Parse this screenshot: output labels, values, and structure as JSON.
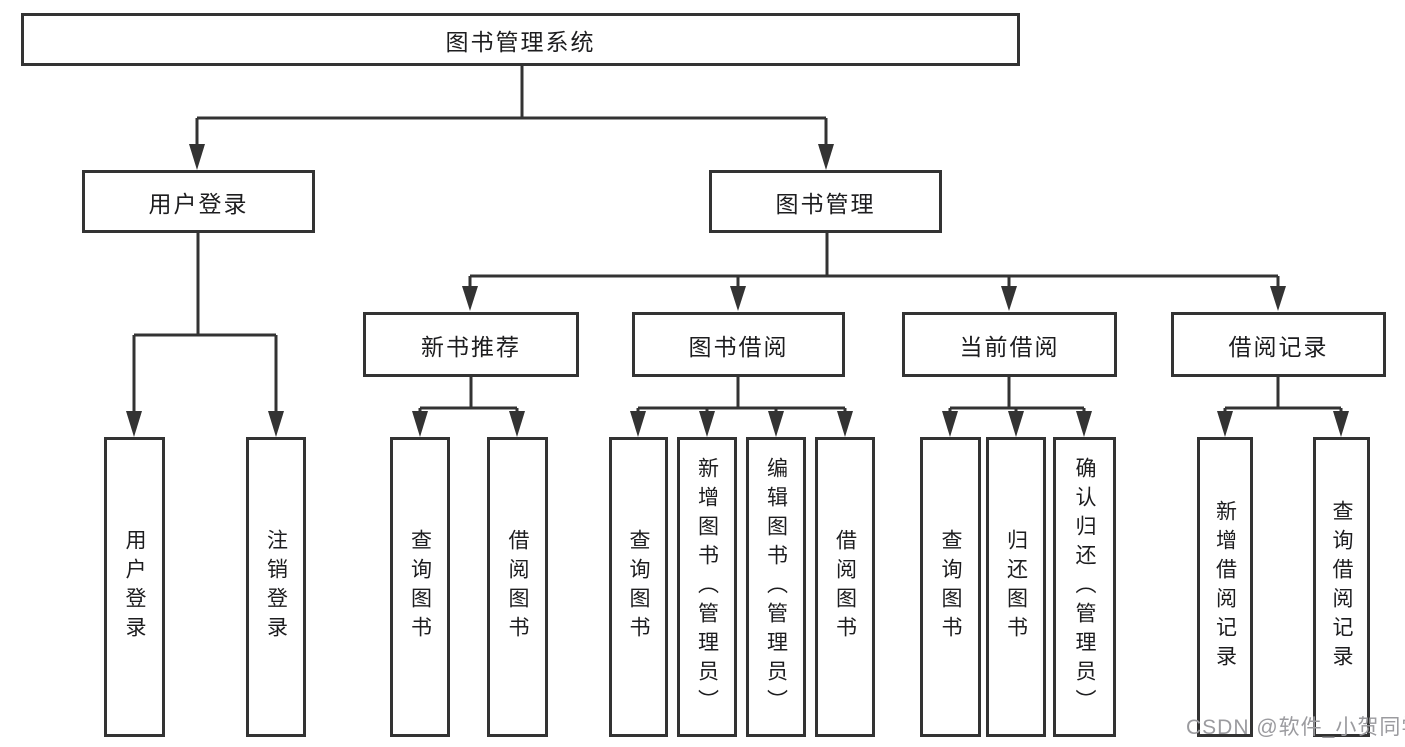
{
  "colors": {
    "line": "#333333",
    "box_border": "#333333",
    "box_background": "#ffffff",
    "text": "#1d1d1f",
    "watermark_color": "#9b9b9f",
    "page_background": "#ffffff"
  },
  "watermark": {
    "text": "CSDN @软件_小贺同学"
  },
  "diagram": {
    "root": "图书管理系统",
    "branches": [
      {
        "label": "用户登录",
        "children": [
          "用户登录",
          "注销登录"
        ]
      },
      {
        "label": "图书管理",
        "sections": [
          {
            "label": "新书推荐",
            "children": [
              "查询图书",
              "借阅图书"
            ]
          },
          {
            "label": "图书借阅",
            "children": [
              "查询图书",
              "新增图书（管理员）",
              "编辑图书（管理员）",
              "借阅图书"
            ]
          },
          {
            "label": "当前借阅",
            "children": [
              "查询图书",
              "归还图书",
              "确认归还（管理员）"
            ]
          },
          {
            "label": "借阅记录",
            "children": [
              "新增借阅记录",
              "查询借阅记录"
            ]
          }
        ]
      }
    ]
  }
}
